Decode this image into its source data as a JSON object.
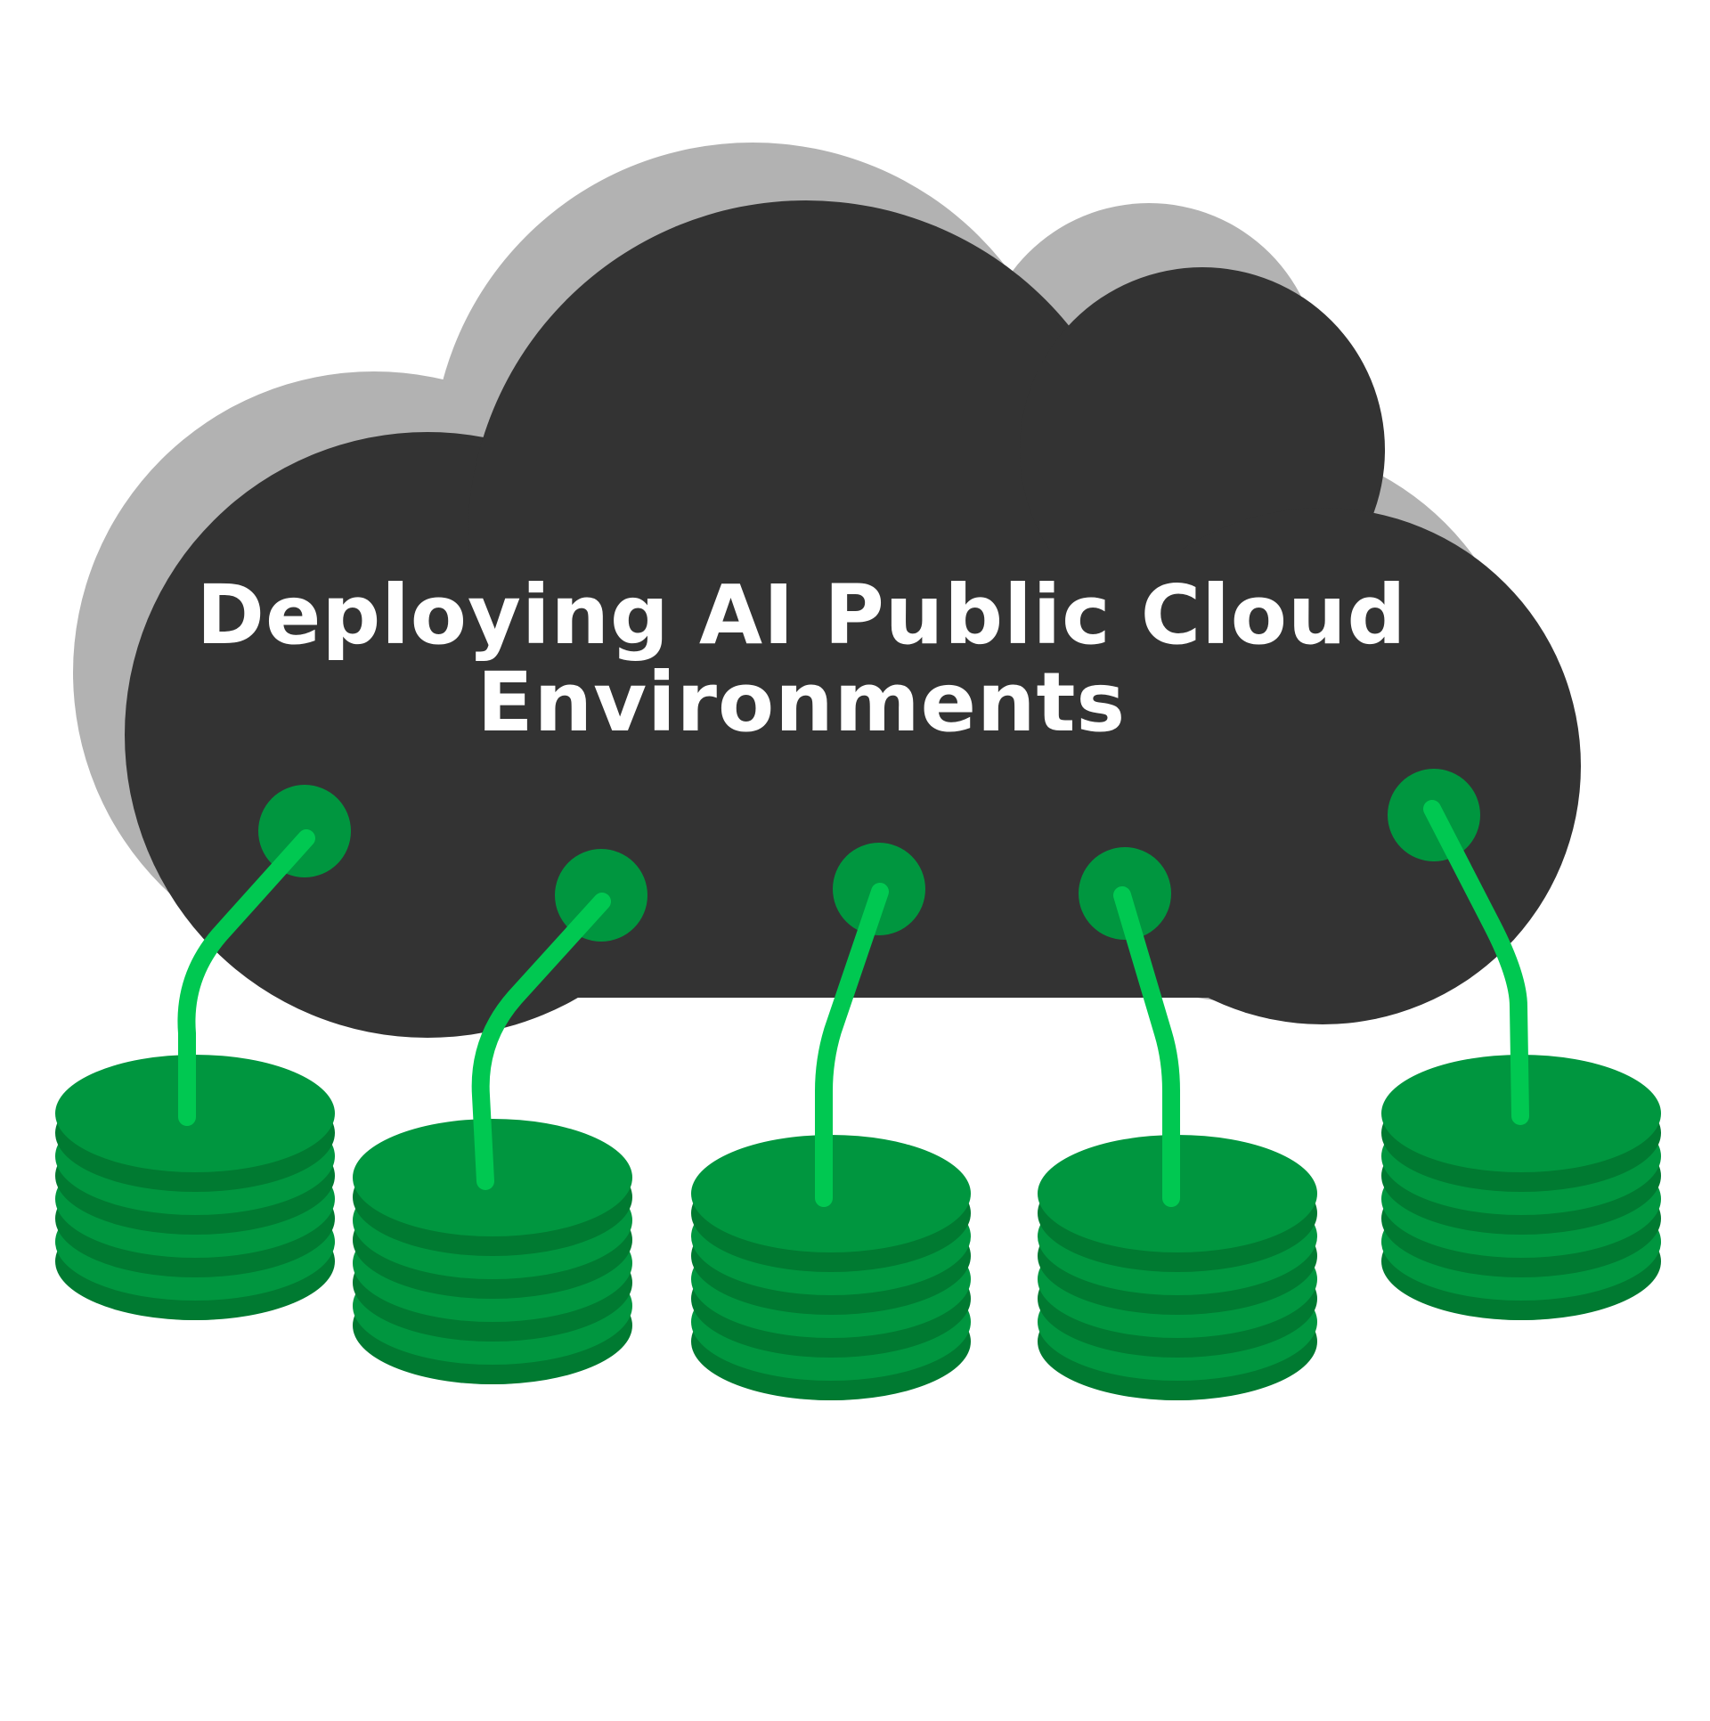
{
  "title": {
    "line1": "Deploying AI Public Cloud",
    "line2": "Environments"
  },
  "colors": {
    "cloud_shadow": "#b2b2b2",
    "cloud": "#333333",
    "node": "#00963f",
    "disk_top": "#00963f",
    "disk_band": "#007a31",
    "disk_base": "#006a2b",
    "wire": "#00c851",
    "title_text": "#ffffff"
  },
  "nodes": [
    {
      "name": "node-1"
    },
    {
      "name": "node-2"
    },
    {
      "name": "node-3"
    },
    {
      "name": "node-4"
    },
    {
      "name": "node-5"
    }
  ],
  "stacks": [
    {
      "name": "database-stack-1",
      "caption": ""
    },
    {
      "name": "database-stack-2",
      "caption": ""
    },
    {
      "name": "database-stack-3",
      "caption": ""
    },
    {
      "name": "database-stack-4",
      "caption": ""
    },
    {
      "name": "database-stack-5",
      "caption": ""
    }
  ]
}
